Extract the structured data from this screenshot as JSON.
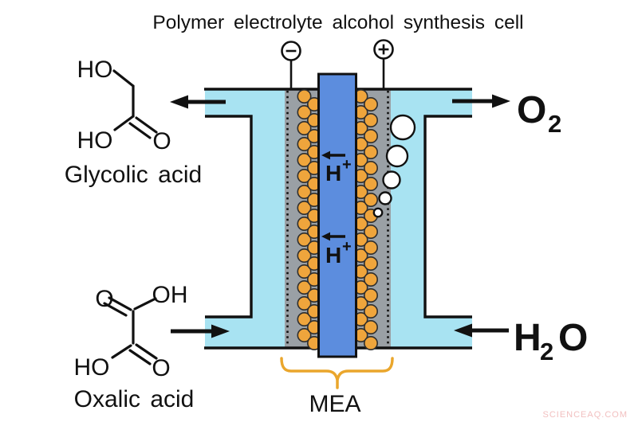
{
  "title": "Polymer electrolyte alcohol synthesis cell",
  "products": {
    "glycolic_acid": {
      "label": "Glycolic acid",
      "atom_top": "HO",
      "atom_bottom_left": "HO",
      "atom_bottom_right": "O"
    },
    "oxalic_acid": {
      "label": "Oxalic acid",
      "atom_top_left": "O",
      "atom_top_right": "OH",
      "atom_bottom_left": "HO",
      "atom_bottom_right": "O"
    }
  },
  "cell": {
    "electrode_negative": "−",
    "electrode_positive": "+",
    "proton": {
      "symbol": "H",
      "charge": "+"
    },
    "mea_label": "MEA"
  },
  "right_side": {
    "oxygen": {
      "symbol": "O",
      "subscript": "2"
    },
    "water": {
      "h": "H",
      "subscript": "2",
      "o": "O"
    }
  },
  "watermark": "SCIENCEAQ.COM",
  "colors": {
    "channel_blue": "#a8e3f2",
    "membrane_blue": "#5c8dde",
    "gdl_gray": "#9aa0a5",
    "catalyst_orange": "#efa53c",
    "catalyst_outline": "#2e2e2e",
    "brace_orange": "#eaa62c",
    "line_black": "#111111",
    "watermark_pink": "#f2c0c0"
  }
}
